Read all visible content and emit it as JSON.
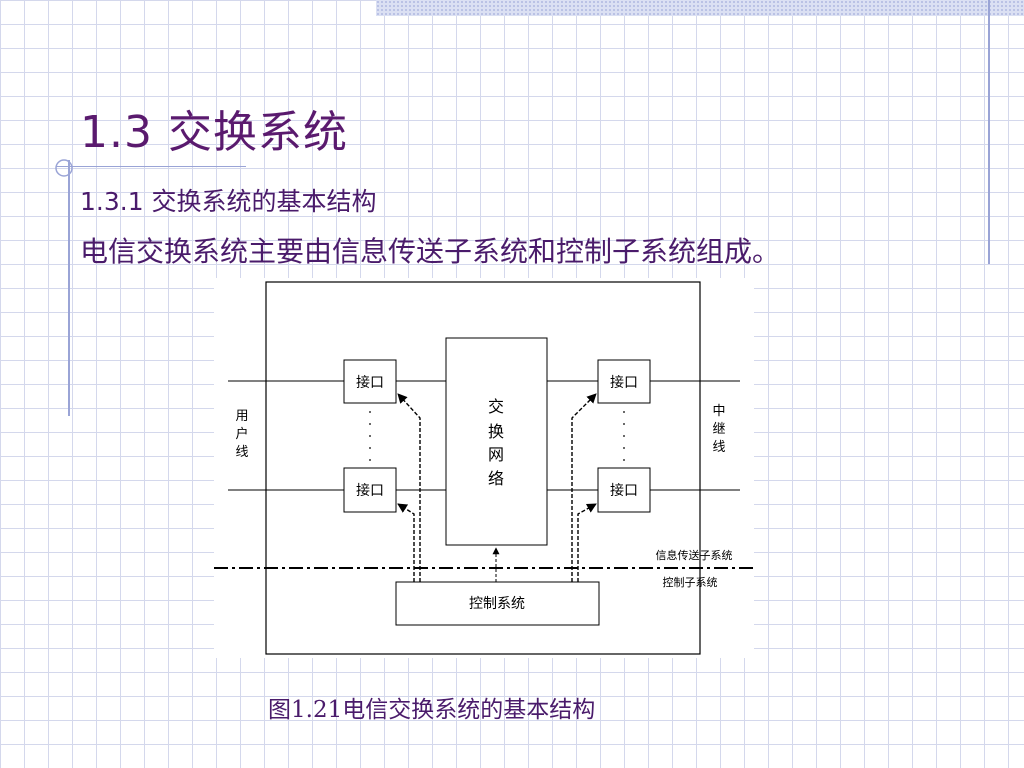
{
  "slide": {
    "title": "1.3  交换系统",
    "subtitle": "1.3.1  交换系统的基本结构",
    "body": "电信交换系统主要由信息传送子系统和控制子系统组成。",
    "caption": "图1.21电信交换系统的基本结构"
  },
  "diagram": {
    "interface_label": "接口",
    "switch_network_chars": [
      "交",
      "换",
      "网",
      "络"
    ],
    "control_label": "控制系统",
    "user_line_chars": [
      "用",
      "户",
      "线"
    ],
    "trunk_line_chars": [
      "中",
      "继",
      "线"
    ],
    "transport_subsystem_label": "信息传送子系统",
    "control_subsystem_label": "控制子系统"
  },
  "colors": {
    "title": "#5a1a6e",
    "text": "#4a1b6b",
    "grid": "#d4d8ec",
    "accent_line": "#9aa4d6"
  }
}
